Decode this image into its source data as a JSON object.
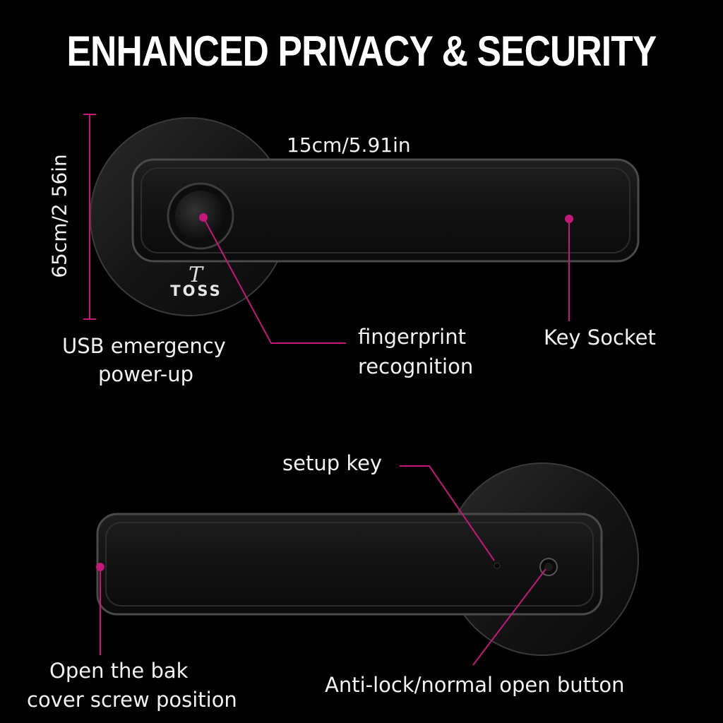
{
  "title": "ENHANCED PRIVACY & SECURITY",
  "dimensions": {
    "length": "15cm/5.91in",
    "height": "65cm/2 56in"
  },
  "brand": {
    "mark": "T",
    "name": "TOSS"
  },
  "callouts": {
    "usb_line1": "USB emergency",
    "usb_line2": "power-up",
    "fingerprint_line1": "fingerprint",
    "fingerprint_line2": "recognition",
    "key_socket": "Key Socket",
    "setup_key": "setup key",
    "screw_line1": "Open the bak",
    "screw_line2": "cover screw position",
    "anti_lock": "Anti-lock/normal open button"
  },
  "colors": {
    "background": "#000000",
    "accent": "#c2187a",
    "text": "#ffffff"
  }
}
